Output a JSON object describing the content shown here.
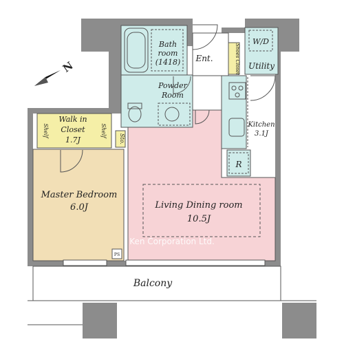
{
  "colors": {
    "wall": "#8c8c8c",
    "bedroom": "#f2dfb6",
    "living": "#f7d3d6",
    "wet": "#cfecea",
    "closet": "#f5efa7",
    "balcony": "#ffffff"
  },
  "compass": {
    "label": "N",
    "icon": "north-arrow-icon"
  },
  "rooms": {
    "bath": {
      "line1": "Bath",
      "line2": "room",
      "line3": "(1418)"
    },
    "entrance": {
      "label": "Ent."
    },
    "shoes_closet": {
      "label": "Shoes Closet"
    },
    "washer": {
      "label": "W/D"
    },
    "utility": {
      "label": "Utility"
    },
    "powder": {
      "line1": "Powder",
      "line2": "Room"
    },
    "kitchen": {
      "line1": "Kitchen",
      "line2": "3.1J"
    },
    "fridge": {
      "label": "R"
    },
    "walk_in_closet": {
      "line1": "Walk in",
      "line2": "Closet",
      "line3": "1.7J"
    },
    "shelf_left": {
      "label": "Shelf"
    },
    "shelf_right": {
      "label": "Shelf"
    },
    "storage": {
      "label": "Sto."
    },
    "master_bedroom": {
      "line1": "Master Bedroom",
      "line2": "6.0J"
    },
    "living_dining": {
      "line1": "Living Dining room",
      "line2": "10.5J"
    },
    "pipe_space": {
      "label": "PS"
    },
    "balcony": {
      "label": "Balcony"
    }
  },
  "watermark": "Ken Corporation Ltd."
}
